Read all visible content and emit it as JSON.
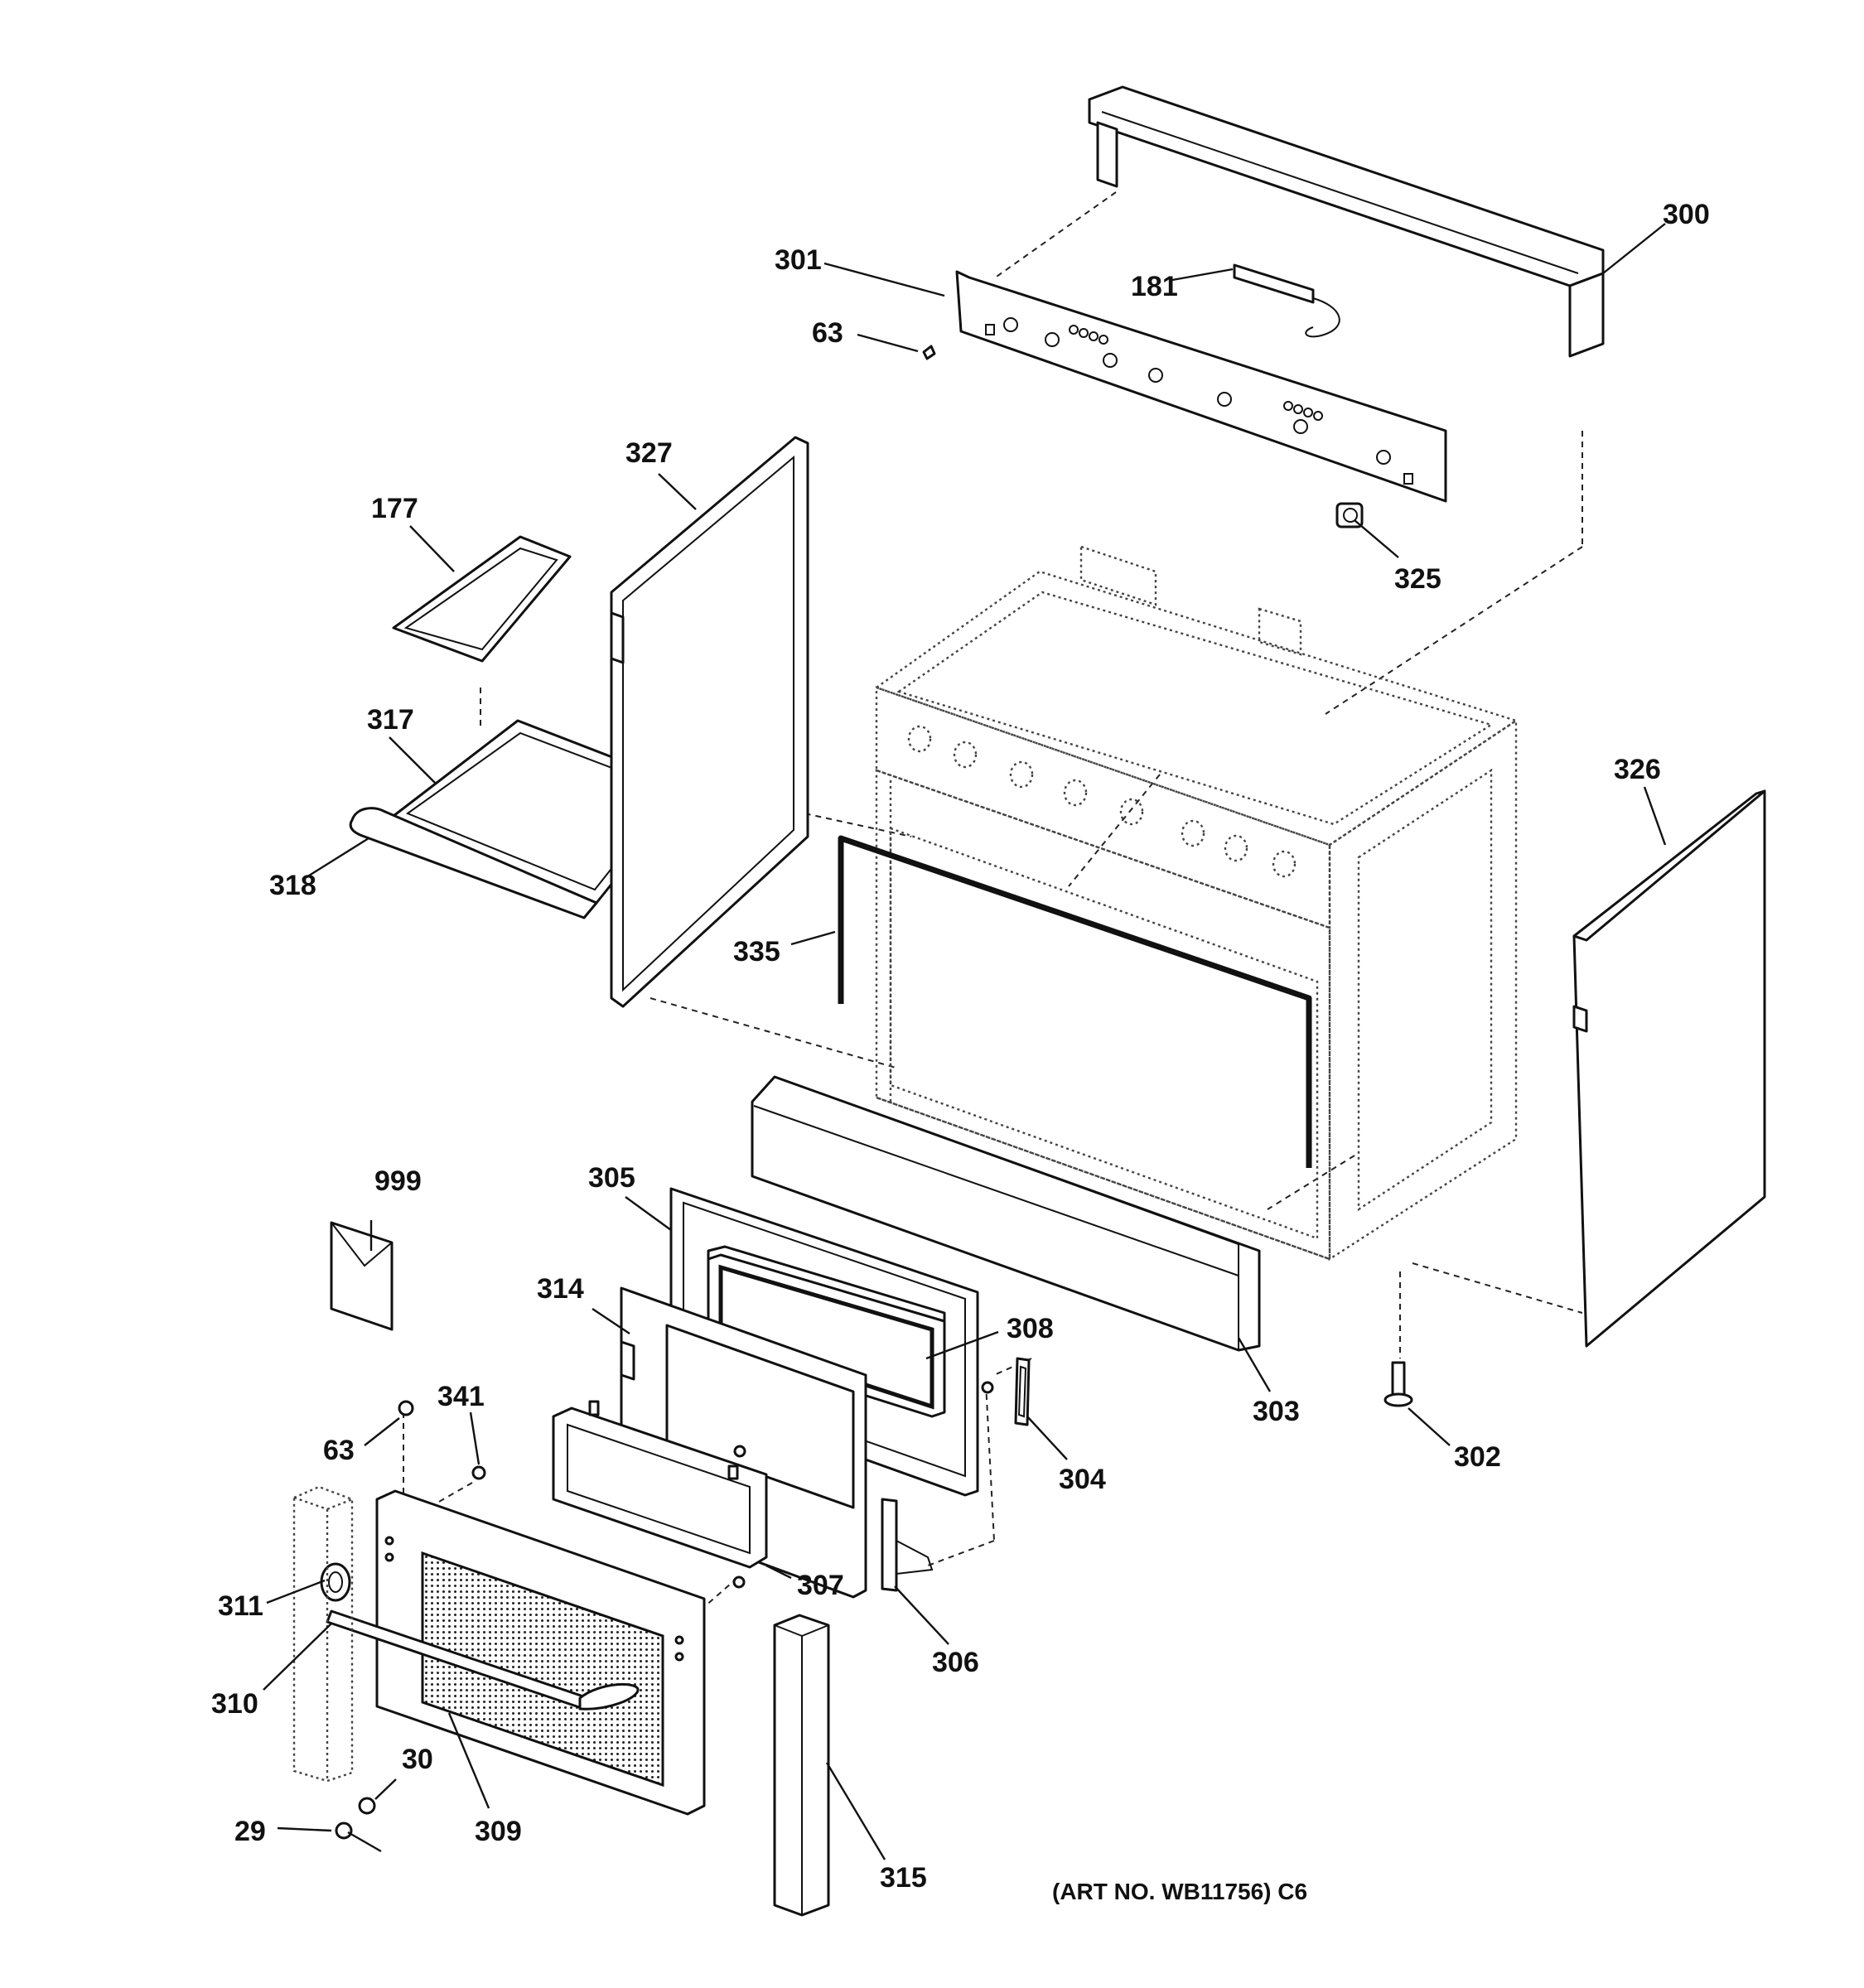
{
  "art_number": "(ART NO. WB11756) C6",
  "callouts": [
    {
      "id": "300",
      "label": "300"
    },
    {
      "id": "301",
      "label": "301"
    },
    {
      "id": "181",
      "label": "181"
    },
    {
      "id": "63-top",
      "label": "63"
    },
    {
      "id": "325",
      "label": "325"
    },
    {
      "id": "327",
      "label": "327"
    },
    {
      "id": "177",
      "label": "177"
    },
    {
      "id": "317",
      "label": "317"
    },
    {
      "id": "318",
      "label": "318"
    },
    {
      "id": "335",
      "label": "335"
    },
    {
      "id": "326",
      "label": "326"
    },
    {
      "id": "999",
      "label": "999"
    },
    {
      "id": "305",
      "label": "305"
    },
    {
      "id": "314",
      "label": "314"
    },
    {
      "id": "308",
      "label": "308"
    },
    {
      "id": "303",
      "label": "303"
    },
    {
      "id": "302",
      "label": "302"
    },
    {
      "id": "304",
      "label": "304"
    },
    {
      "id": "341",
      "label": "341"
    },
    {
      "id": "63-bottom",
      "label": "63"
    },
    {
      "id": "307",
      "label": "307"
    },
    {
      "id": "311",
      "label": "311"
    },
    {
      "id": "310",
      "label": "310"
    },
    {
      "id": "306",
      "label": "306"
    },
    {
      "id": "30",
      "label": "30"
    },
    {
      "id": "29",
      "label": "29"
    },
    {
      "id": "309",
      "label": "309"
    },
    {
      "id": "315",
      "label": "315"
    }
  ]
}
